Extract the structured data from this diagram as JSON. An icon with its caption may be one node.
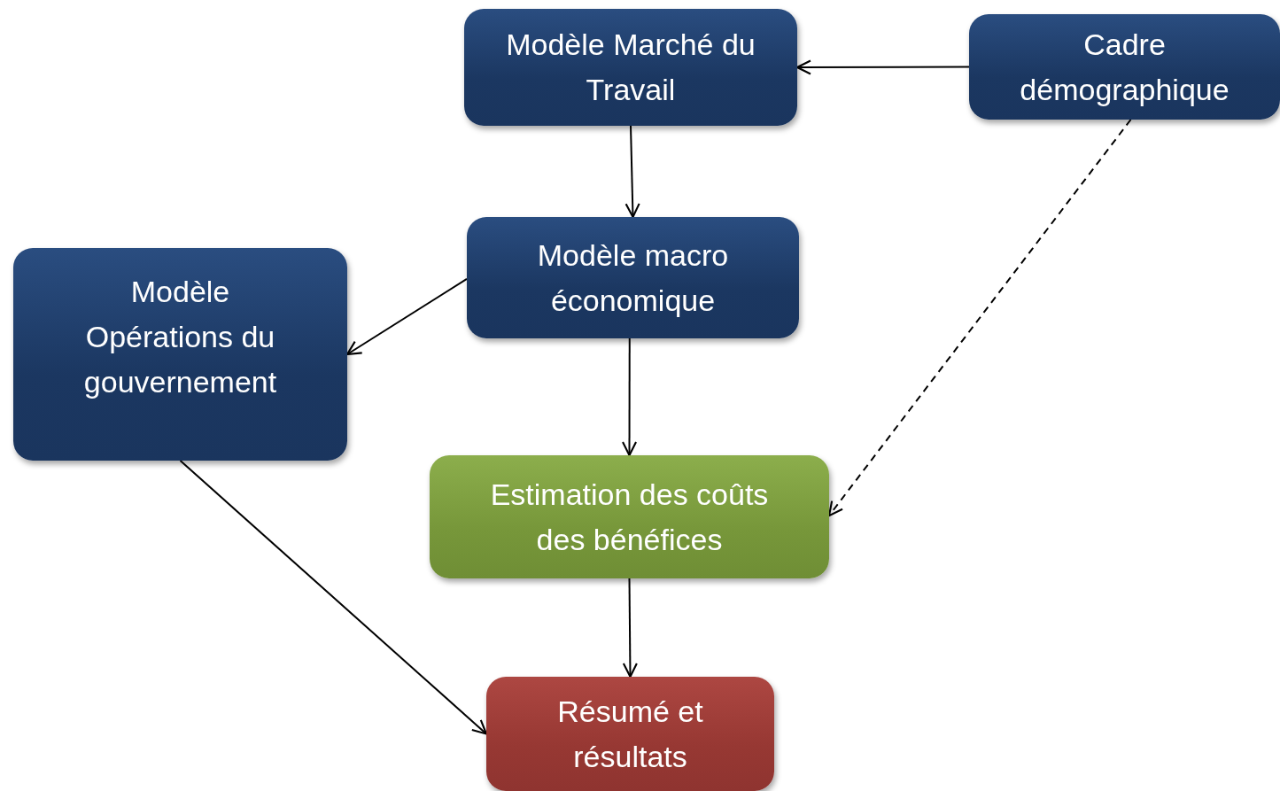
{
  "diagram": {
    "nodes": [
      {
        "text": [
          "Modèle Marché du Travail"
        ]
      },
      {
        "text": [
          "Cadre démographique"
        ]
      },
      {
        "text": [
          "Modèle macro économique"
        ]
      },
      {
        "text": [
          "Modèle Opérations du gouvernement"
        ]
      },
      {
        "text": [
          "Estimation des coûts des bénéfices"
        ]
      },
      {
        "text": [
          "Résumé et résultats"
        ]
      }
    ],
    "edges": [
      {
        "from": 1,
        "to": 0,
        "arrow": "to"
      },
      {
        "from": 0,
        "to": 2,
        "arrow": "to"
      },
      {
        "from": 2,
        "to": 3,
        "arrow": "to"
      },
      {
        "from": 2,
        "to": 4,
        "arrow": "to"
      },
      {
        "from": 1,
        "to": 4,
        "arrow": "to",
        "style": "dashed"
      },
      {
        "from": 4,
        "to": 5,
        "arrow": "to"
      },
      {
        "from": 3,
        "to": 5,
        "arrow": "to"
      }
    ]
  }
}
